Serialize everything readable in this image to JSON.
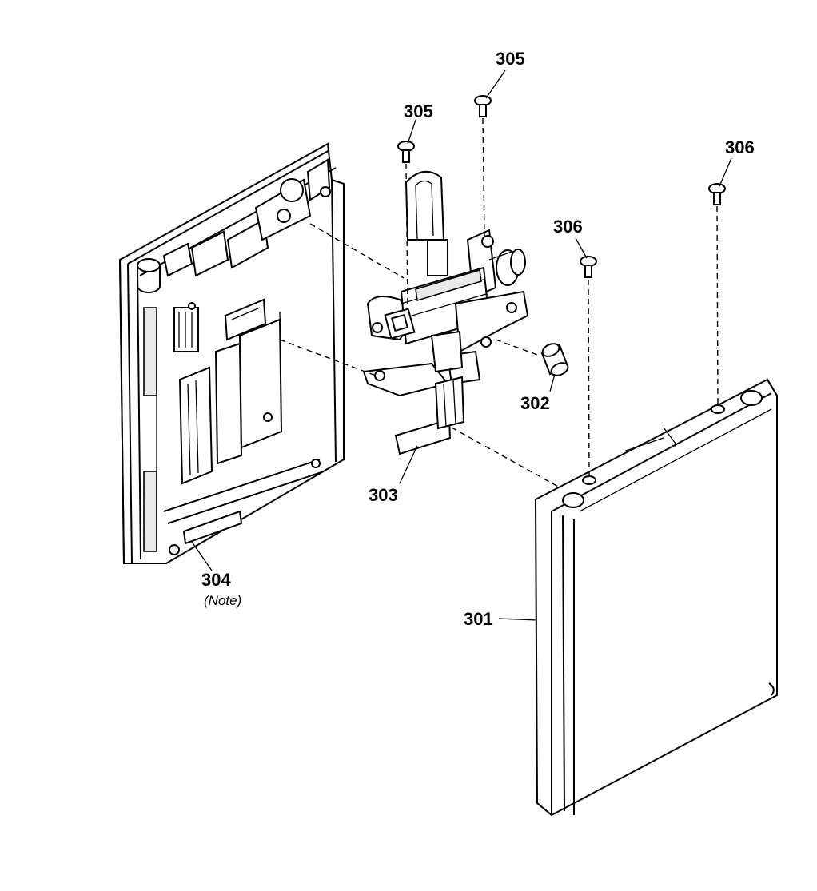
{
  "parts": {
    "p301": "301",
    "p302": "302",
    "p303": "303",
    "p304": "304",
    "p304_note": "(Note)",
    "p305a": "305",
    "p305b": "305",
    "p306a": "306",
    "p306b": "306"
  }
}
